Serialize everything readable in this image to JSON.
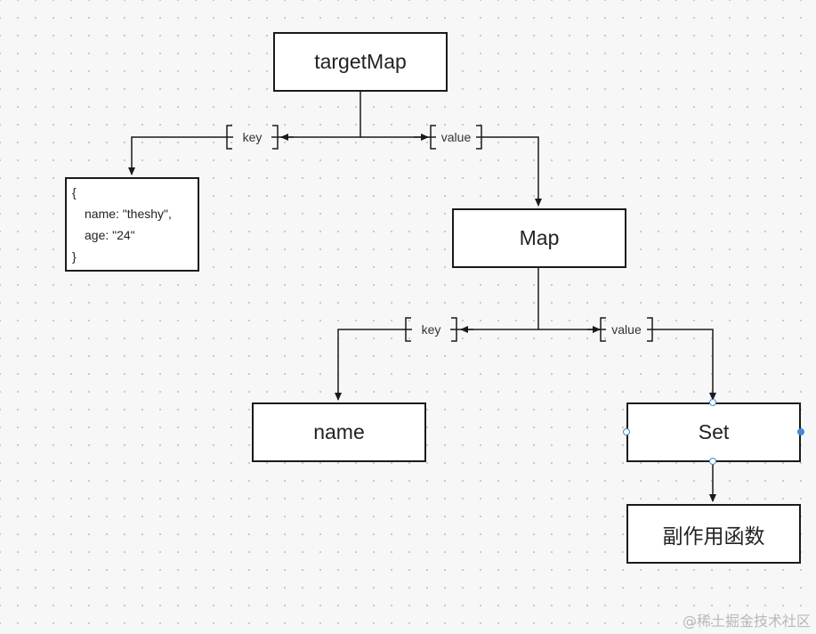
{
  "nodes": {
    "target_map": "targetMap",
    "map": "Map",
    "name": "name",
    "set": "Set",
    "effect_fn": "副作用函数"
  },
  "object_node": {
    "open": "{",
    "line1": "name: \"theshy\",",
    "line2": "age: \"24\"",
    "close": "}"
  },
  "edge_labels": {
    "key_1": "key",
    "value_1": "value",
    "key_2": "key",
    "value_2": "value"
  },
  "selection_color": "#3d8bd9",
  "watermark": "@稀土掘金技术社区"
}
